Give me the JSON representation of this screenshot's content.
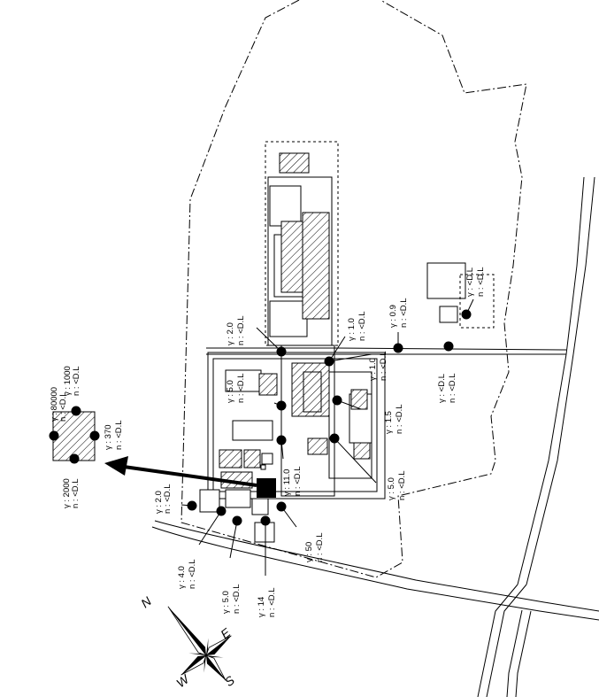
{
  "points": [
    {
      "id": "p-gamma80000",
      "g": "γ : 80000",
      "n": "n : <D.L"
    },
    {
      "id": "p-gamma1000",
      "g": "γ : 1000",
      "n": "n : <D.L"
    },
    {
      "id": "p-gamma370",
      "g": "γ : 370",
      "n": "n : <D.L"
    },
    {
      "id": "p-gamma2000",
      "g": "γ : 2000",
      "n": "n : <D.L"
    },
    {
      "id": "p-gamma2-0-left",
      "g": "γ : 2.0",
      "n": "n : <D.L"
    },
    {
      "id": "p-gamma4-0",
      "g": "γ : 4.0",
      "n": "n : <D.L"
    },
    {
      "id": "p-gamma5-0-bottom",
      "g": "γ : 5.0",
      "n": "n : <D.L"
    },
    {
      "id": "p-gamma14",
      "g": "γ : 14",
      "n": "n : <D.L"
    },
    {
      "id": "p-gamma50",
      "g": "γ : 50",
      "n": "n : <D.L"
    },
    {
      "id": "p-gamma11-0",
      "g": "γ : 11.0",
      "n": "n : <D.L"
    },
    {
      "id": "p-gamma5-0-mid",
      "g": "γ : 5.0",
      "n": "n : <D.L"
    },
    {
      "id": "p-gamma2-0-top",
      "g": "γ : 2.0",
      "n": "n : <D.L"
    },
    {
      "id": "p-gamma1-0-a",
      "g": "γ : 1.0",
      "n": "n : <D.L"
    },
    {
      "id": "p-gamma1-0-b",
      "g": "γ : 1.0",
      "n": "n : <D.L"
    },
    {
      "id": "p-gamma0-9",
      "g": "γ : 0.9",
      "n": "n : <D.L"
    },
    {
      "id": "p-gamma1-5",
      "g": "γ : 1.5",
      "n": "n : <D.L"
    },
    {
      "id": "p-gamma5-0-right",
      "g": "γ : 5.0",
      "n": "n : <D.L"
    },
    {
      "id": "p-gammaDL-road",
      "g": "γ : <D.L",
      "n": "n : <D.L"
    },
    {
      "id": "p-gammaDL-far",
      "g": "γ : <D.L",
      "n": "n : <D.L"
    }
  ],
  "compass": {
    "n": "N",
    "e": "E",
    "s": "S",
    "w": "W"
  }
}
